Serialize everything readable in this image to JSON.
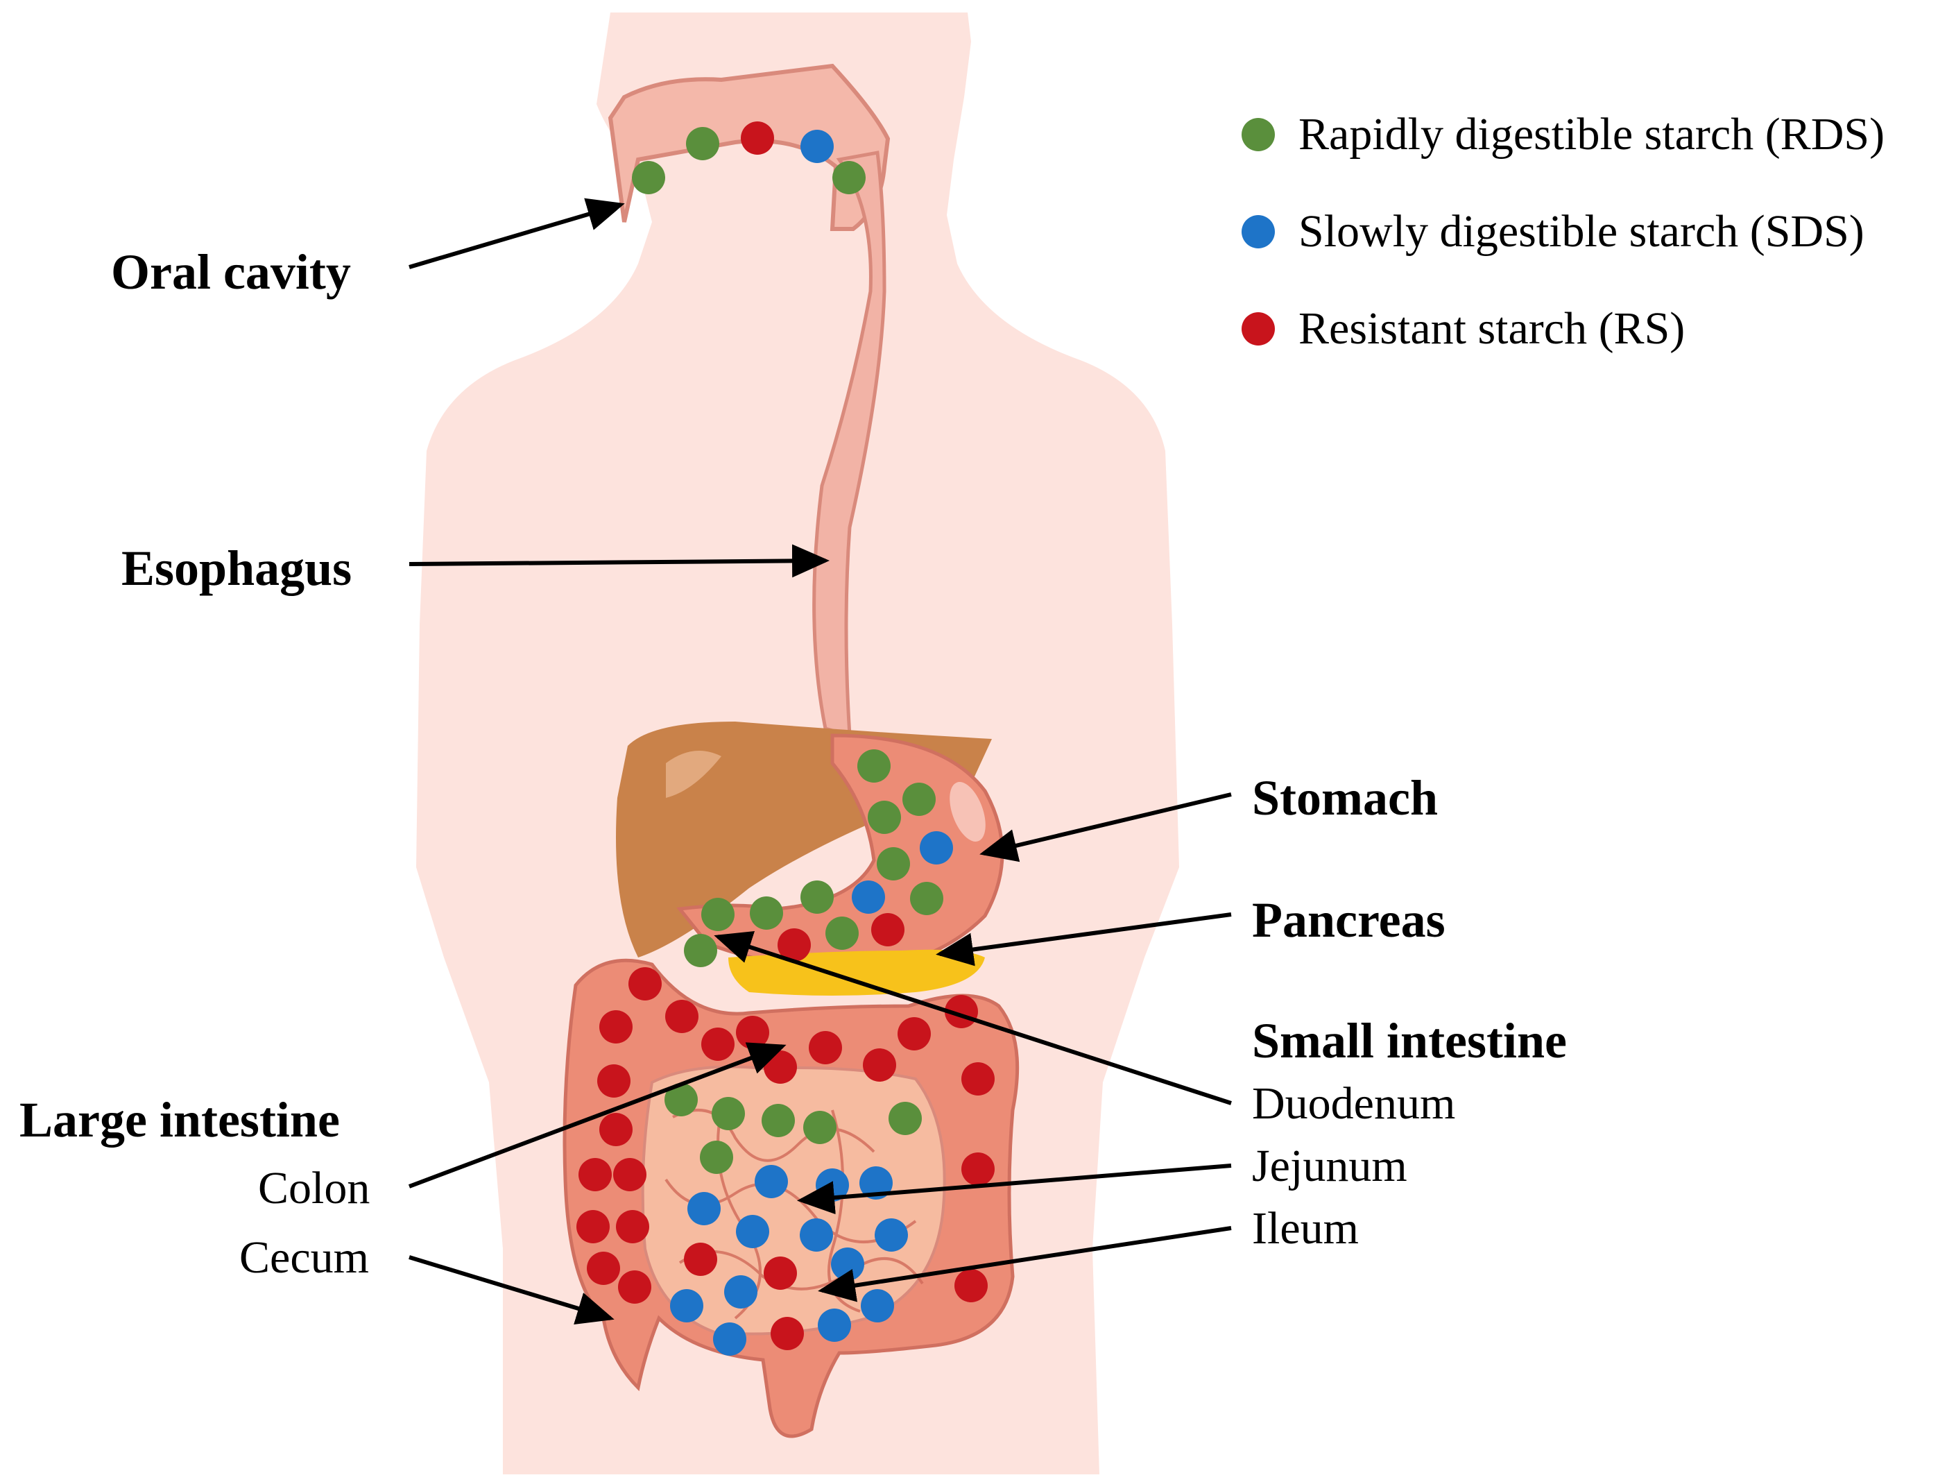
{
  "legend": [
    {
      "key": "rds",
      "label": "Rapidly digestible starch (RDS)",
      "color": "#5a8f3c"
    },
    {
      "key": "sds",
      "label": "Slowly digestible starch (SDS)",
      "color": "#1e74c8"
    },
    {
      "key": "rs",
      "label": "Resistant starch (RS)",
      "color": "#c8141c"
    }
  ],
  "labels": {
    "oral_cavity": "Oral cavity",
    "esophagus": "Esophagus",
    "stomach": "Stomach",
    "pancreas": "Pancreas",
    "small_intestine": "Small intestine",
    "duodenum": "Duodenum",
    "jejunum": "Jejunum",
    "ileum": "Ileum",
    "large_intestine": "Large intestine",
    "colon": "Colon",
    "cecum": "Cecum"
  },
  "colors": {
    "body": "#fde3dd",
    "tract": "#f2b3a6",
    "tract_stroke": "#d98a7c",
    "liver": "#c9824a",
    "pancreas": "#f7c21b",
    "intestine": "#ec8c76",
    "small_intestine": "#f6bba0"
  }
}
